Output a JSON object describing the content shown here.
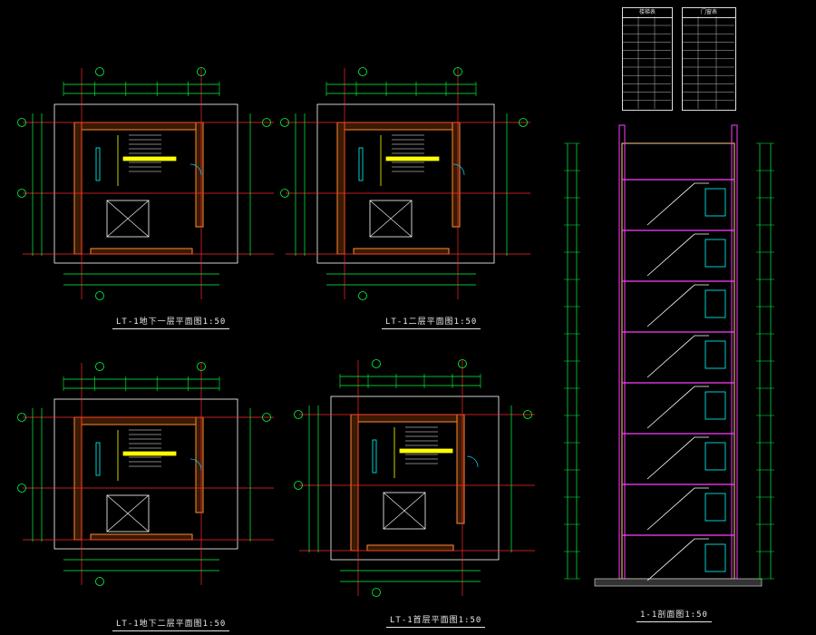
{
  "drawing": {
    "background": "#000000",
    "colors": {
      "wall": "#ffd27f",
      "wall_hatch": "#ff8a3a",
      "axis": "#ff2a2a",
      "dimension": "#00ff40",
      "window": "#00ffff",
      "stair": "#ffff00",
      "magenta": "#ff3cff",
      "text": "#ffffff",
      "door": "#00c8ff"
    },
    "views": [
      {
        "id": "plan-1",
        "title": "LT-1地下一层平面图1:50"
      },
      {
        "id": "plan-2",
        "title": "LT-1二层平面图1:50"
      },
      {
        "id": "plan-3",
        "title": "LT-1地下二层平面图1:50"
      },
      {
        "id": "plan-4",
        "title": "LT-1首层平面图1:50"
      },
      {
        "id": "section",
        "title": "1-1剖面图1:50"
      }
    ],
    "tables": [
      {
        "id": "table-left",
        "header": "楼梯表"
      },
      {
        "id": "table-right",
        "header": "门窗表"
      }
    ]
  }
}
